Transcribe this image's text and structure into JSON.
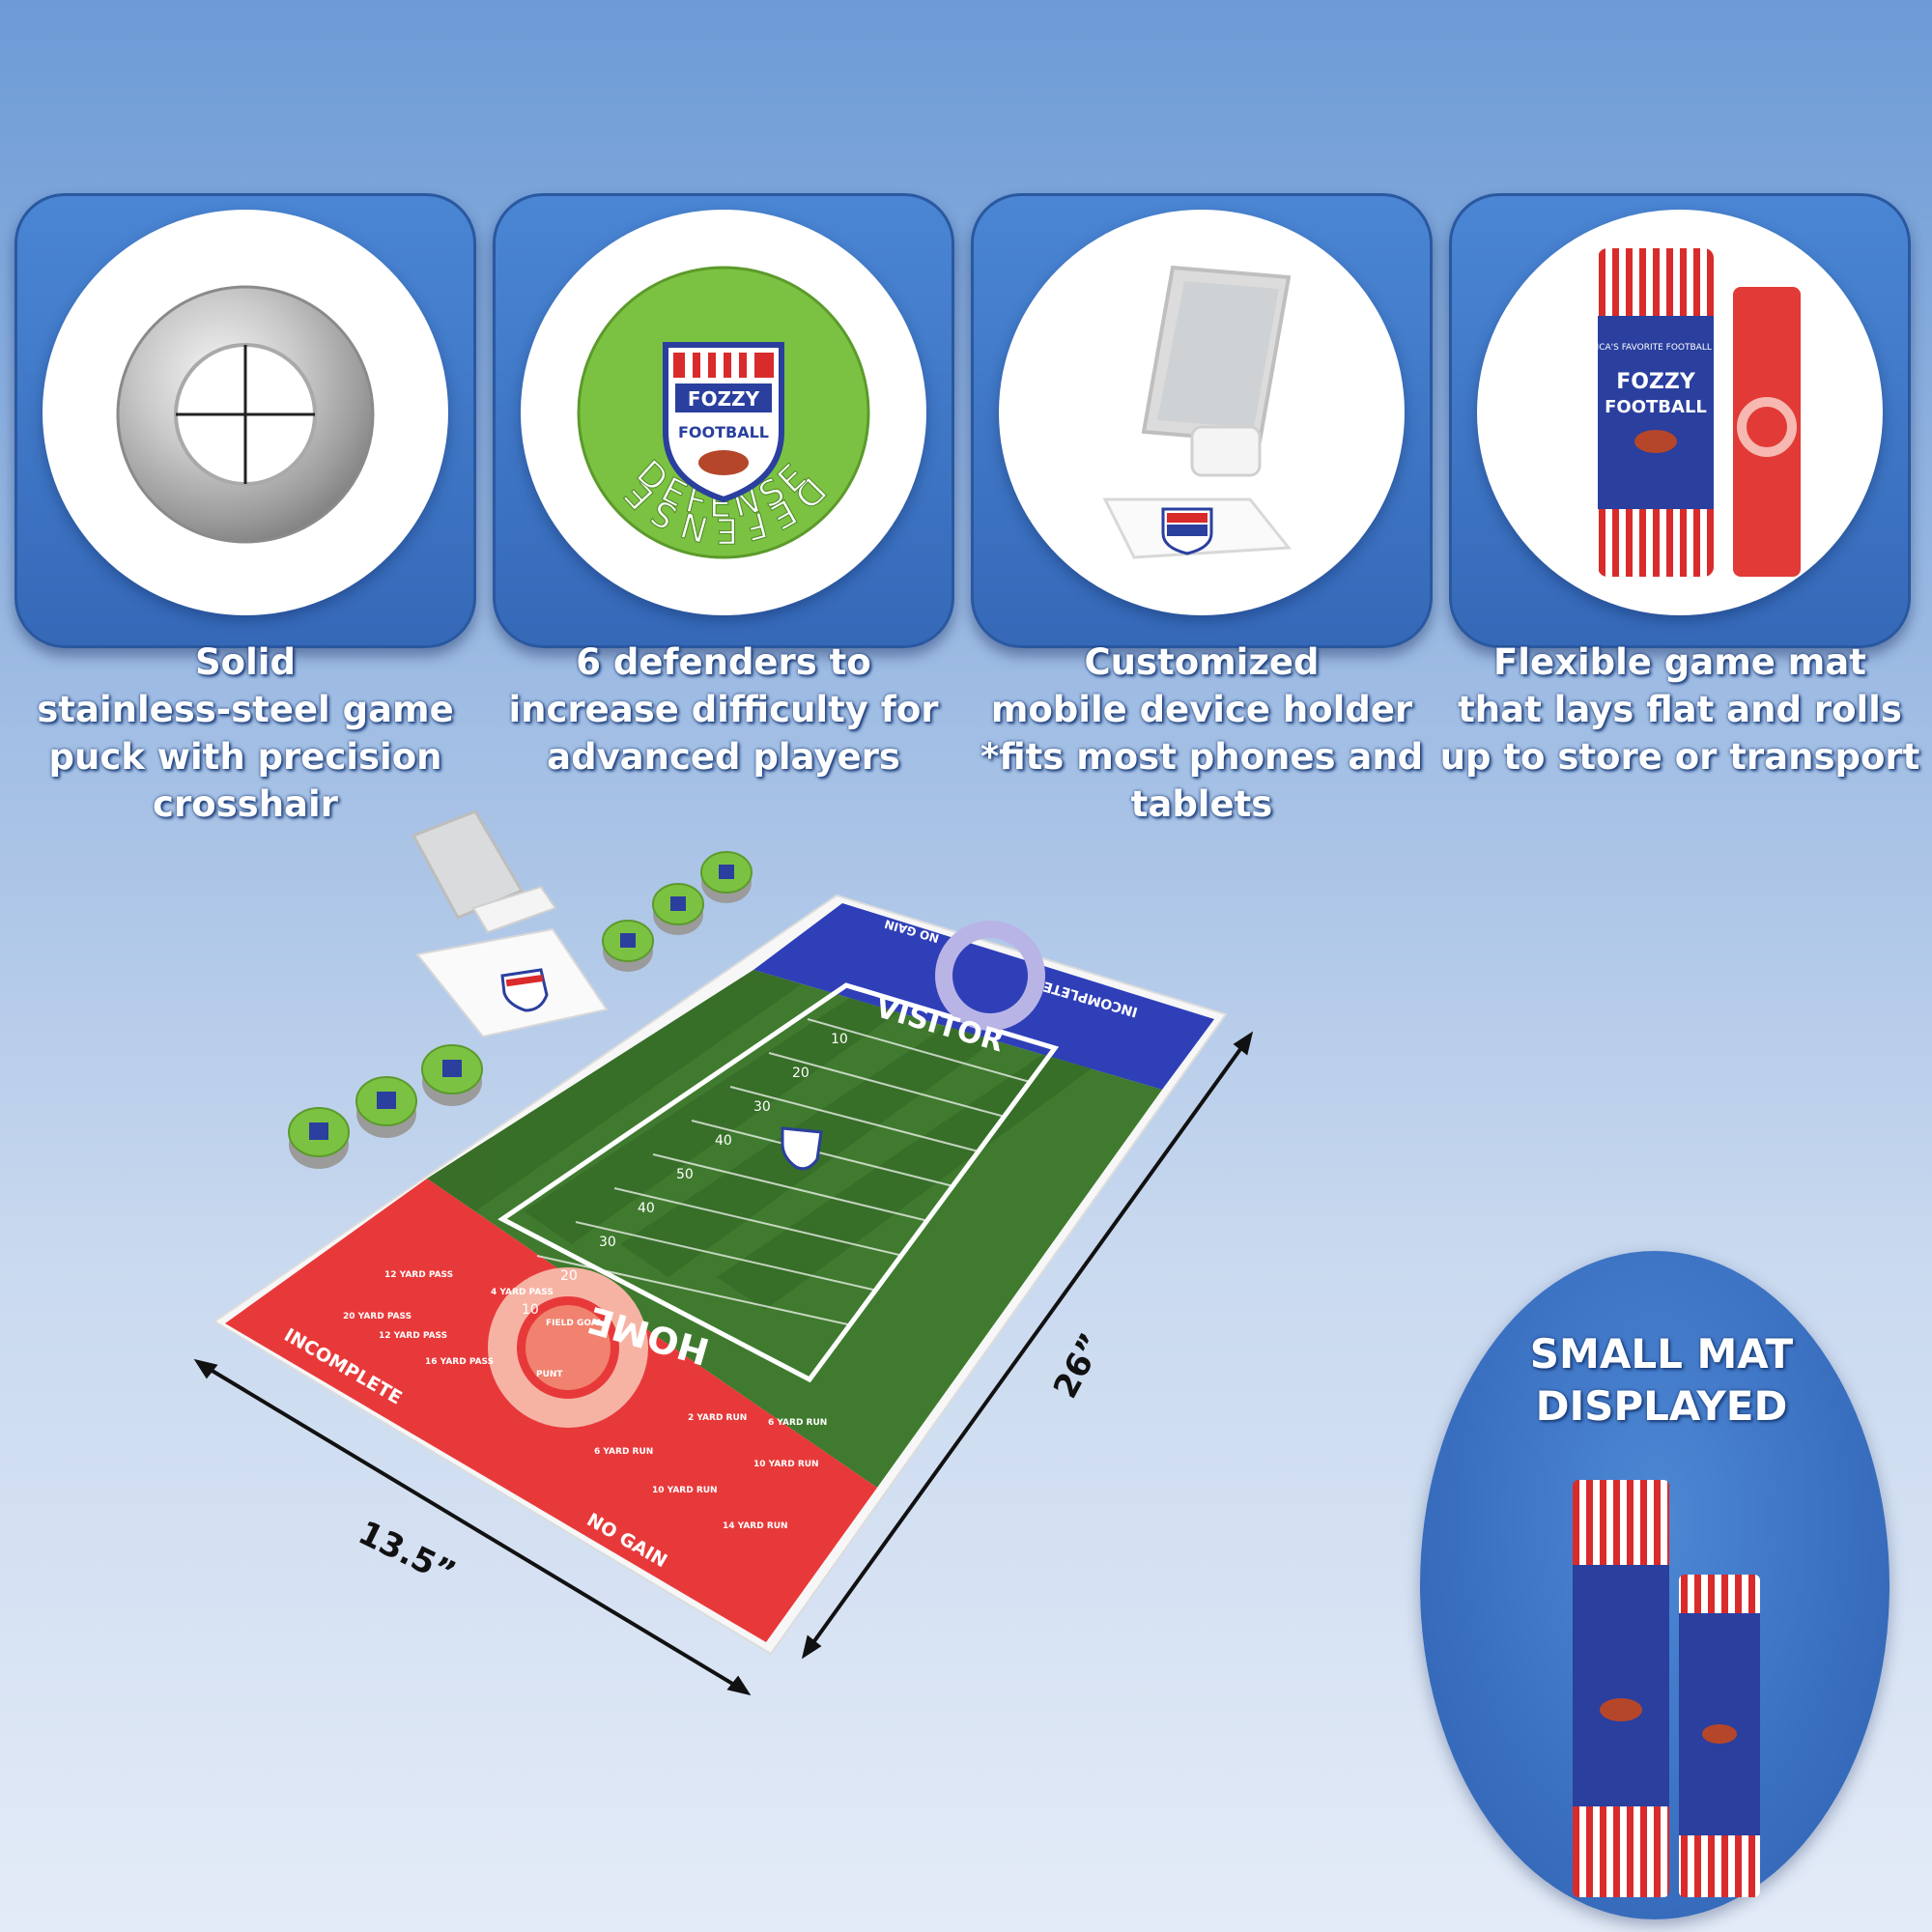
{
  "features": [
    {
      "caption_lines": [
        "Solid",
        "stainless-steel game",
        "puck with precision",
        "crosshair"
      ]
    },
    {
      "caption_lines": [
        "6 defenders to",
        "increase difficulty for",
        "advanced players"
      ],
      "badge_top": "DEFENSE",
      "badge_bottom": "DEFENSE",
      "badge_brand_1": "FOZZY",
      "badge_brand_2": "FOOTBALL"
    },
    {
      "caption_lines": [
        "Customized",
        "mobile device holder",
        "*fits most phones and",
        "tablets"
      ]
    },
    {
      "caption_lines": [
        "Flexible game mat",
        "that lays flat and rolls",
        "up to store or transport"
      ],
      "tube_tagline": "AMERICA'S FAVORITE FOOTBALL GAME",
      "tube_brand_1": "FOZZY",
      "tube_brand_2": "FOOTBALL"
    }
  ],
  "mat": {
    "visitor_label": "VISITOR",
    "home_label": "HOME",
    "incomplete_top": "INCOMPLETE",
    "no_gain_top": "NO GAIN",
    "incomplete_bottom": "INCOMPLETE",
    "no_gain_bottom": "NO GAIN",
    "yard_numbers": [
      "10",
      "20",
      "30",
      "40",
      "50",
      "40",
      "30",
      "20",
      "10"
    ],
    "home_zones": [
      "4 YARD PASS",
      "12 YARD PASS",
      "20 YARD PASS",
      "12 YARD PASS",
      "16 YARD PASS",
      "2 YARD RUN",
      "6 YARD RUN",
      "6 YARD RUN",
      "10 YARD RUN",
      "10 YARD RUN",
      "14 YARD RUN"
    ],
    "target_labels": [
      "FIELD GOAL",
      "PUNT"
    ]
  },
  "dimensions": {
    "width": "13.5”",
    "length": "26”"
  },
  "small_mat_callout": {
    "line1": "SMALL MAT",
    "line2": "DISPLAYED"
  },
  "colors": {
    "card_blue": "#3f78c8",
    "turf_green": "#3f7a2e",
    "visitor_blue": "#2f3fb8",
    "home_red": "#e8393a",
    "defender_green": "#7cc242",
    "tube_red": "#d92b2b",
    "tube_blue": "#2a3f9e"
  },
  "icons": [
    "steel-puck-icon",
    "defender-badge-icon",
    "phone-holder-icon",
    "mat-tube-icon",
    "football-field-mat",
    "defender-puck-icon"
  ]
}
